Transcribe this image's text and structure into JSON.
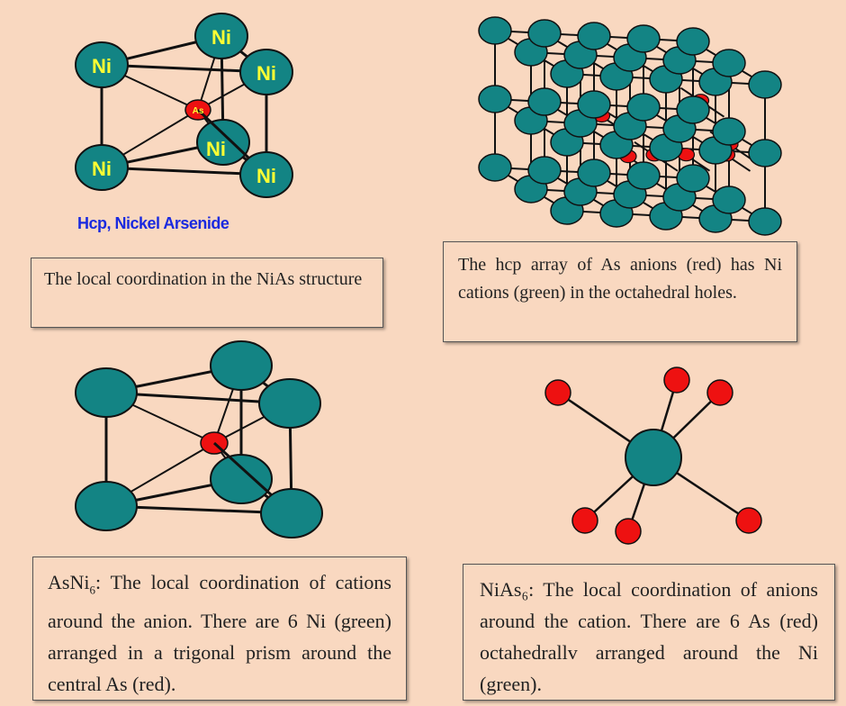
{
  "structure_label": "Hcp, Nickel Arsenide",
  "atom_labels": {
    "ni": "Ni",
    "as": "As"
  },
  "captions": {
    "local_coordination": "The local coordination in the NiAs structure",
    "hcp_array": "The hcp array of As anions (red) has Ni cations (green) in the octahedral holes.",
    "asni6_formula": "AsNi",
    "asni6_subscript": "6",
    "asni6_text": ": The local coordination of cations around the anion. There are 6 Ni (green) arranged in a trigonal prism around the central As (red).",
    "nias6_formula": "NiAs₆",
    "nias6_text": ": The local coordination of anions around the cation. There are 6 As (red) octahedrallv arranged around the Ni (green)."
  },
  "colors": {
    "background": "#f9d8c0",
    "ni_green": "#138484",
    "as_red": "#ee1111",
    "label_yellow": "#ffff33",
    "title_blue": "#1a2adf"
  }
}
